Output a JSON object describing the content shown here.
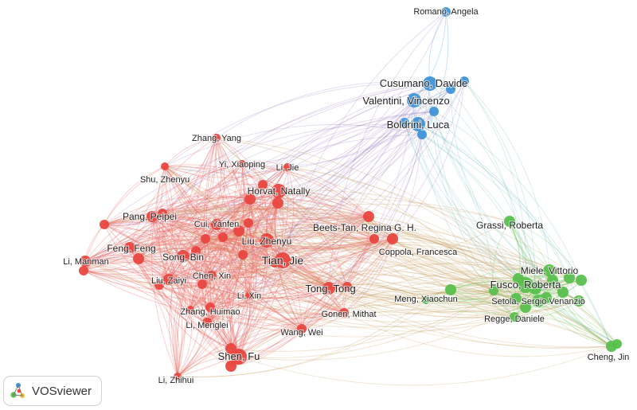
{
  "app": {
    "name": "VOSviewer"
  },
  "network": {
    "clusters": [
      {
        "id": "red",
        "color": "#e8473f",
        "edge_color": "#ec6b63"
      },
      {
        "id": "blue",
        "color": "#3f94d8",
        "edge_color": "#5aa5df"
      },
      {
        "id": "green",
        "color": "#58c04d",
        "edge_color": "#7acb6b"
      }
    ],
    "nodes": [
      {
        "label": "Romano, Angela",
        "cluster": "blue"
      },
      {
        "label": "Cusumano, Davide",
        "cluster": "blue"
      },
      {
        "label": "Valentini, Vincenzo",
        "cluster": "blue"
      },
      {
        "label": "Boldrini, Luca",
        "cluster": "blue"
      },
      {
        "label": "Zhang, Yang",
        "cluster": "red"
      },
      {
        "label": "Yi, Xiaoping",
        "cluster": "red"
      },
      {
        "label": "Li, Jie",
        "cluster": "red"
      },
      {
        "label": "Shu, Zhenyu",
        "cluster": "red"
      },
      {
        "label": "Horvat, Natally",
        "cluster": "red"
      },
      {
        "label": "Pang, Peipei",
        "cluster": "red"
      },
      {
        "label": "Cui, Yanfen",
        "cluster": "red"
      },
      {
        "label": "Liu, Zhenyu",
        "cluster": "red"
      },
      {
        "label": "Beets-Tan, Regina G. H.",
        "cluster": "red"
      },
      {
        "label": "Feng, Feng",
        "cluster": "red"
      },
      {
        "label": "Song, Bin",
        "cluster": "red"
      },
      {
        "label": "Li, Manman",
        "cluster": "red"
      },
      {
        "label": "Tian, Jie",
        "cluster": "red"
      },
      {
        "label": "Coppola, Francesca",
        "cluster": "red"
      },
      {
        "label": "Liu, Zaiyi",
        "cluster": "red"
      },
      {
        "label": "Chen, Xin",
        "cluster": "red"
      },
      {
        "label": "Tong, Tong",
        "cluster": "red"
      },
      {
        "label": "Li, Xin",
        "cluster": "red"
      },
      {
        "label": "Zhang, Huimao",
        "cluster": "red"
      },
      {
        "label": "Li, Menglei",
        "cluster": "red"
      },
      {
        "label": "Gonen, Mithat",
        "cluster": "red"
      },
      {
        "label": "Wang, Wei",
        "cluster": "red"
      },
      {
        "label": "Shen, Fu",
        "cluster": "red"
      },
      {
        "label": "Li, Zhihui",
        "cluster": "red"
      },
      {
        "label": "Grassi, Roberta",
        "cluster": "green"
      },
      {
        "label": "Miele, Vittorio",
        "cluster": "green"
      },
      {
        "label": "Fusco, Roberta",
        "cluster": "green"
      },
      {
        "label": "Meng, Xiaochun",
        "cluster": "green"
      },
      {
        "label": "Setola, Sergio Venanzio",
        "cluster": "green"
      },
      {
        "label": "Regge, Daniele",
        "cluster": "green"
      },
      {
        "label": "Cheng, Jin",
        "cluster": "green"
      }
    ]
  }
}
